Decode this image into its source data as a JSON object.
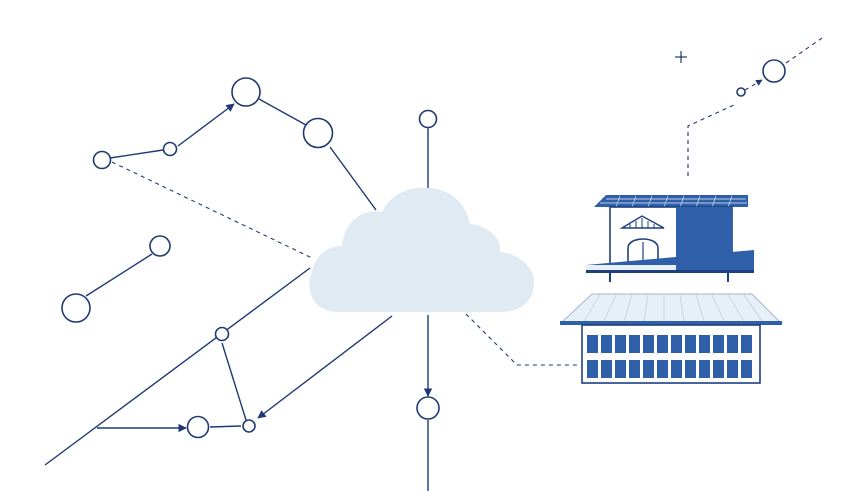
{
  "diagram": {
    "type": "network-cloud-illustration",
    "has_text_labels": false,
    "nodes_count": 12,
    "components": [
      "cloud",
      "network-nodes",
      "connection-lines",
      "buildings",
      "plus-sign"
    ]
  },
  "colors": {
    "stroke": "#1f3a73",
    "stroke_light": "#3a5a99",
    "cloud_fill": "#dfeaf2",
    "building_blue": "#2f5fa8",
    "building_dark": "#1f3f7f",
    "building_light": "#e8f0f7",
    "background": "#ffffff"
  },
  "icons": {
    "cloud": "cloud-icon",
    "building_top": "house-building-icon",
    "building_bottom": "warehouse-building-icon",
    "plus": "plus-icon"
  }
}
